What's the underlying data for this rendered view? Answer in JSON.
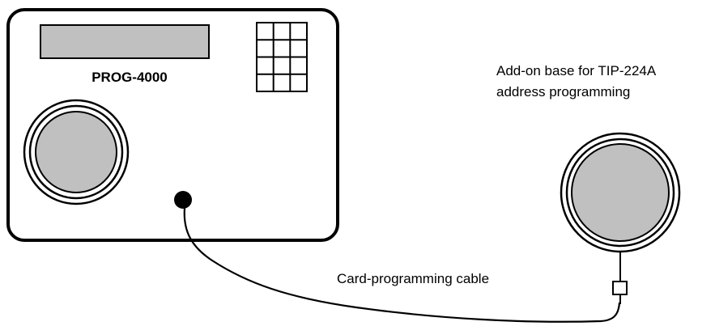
{
  "device": {
    "name": "PROG-4000"
  },
  "cable": {
    "label": "Card-programming cable"
  },
  "addon_base": {
    "label_line1": "Add-on base for TIP-224A",
    "label_line2": "address programming"
  },
  "colors": {
    "outline": "#000000",
    "fill_gray": "#c0c0c0",
    "background": "#ffffff"
  }
}
